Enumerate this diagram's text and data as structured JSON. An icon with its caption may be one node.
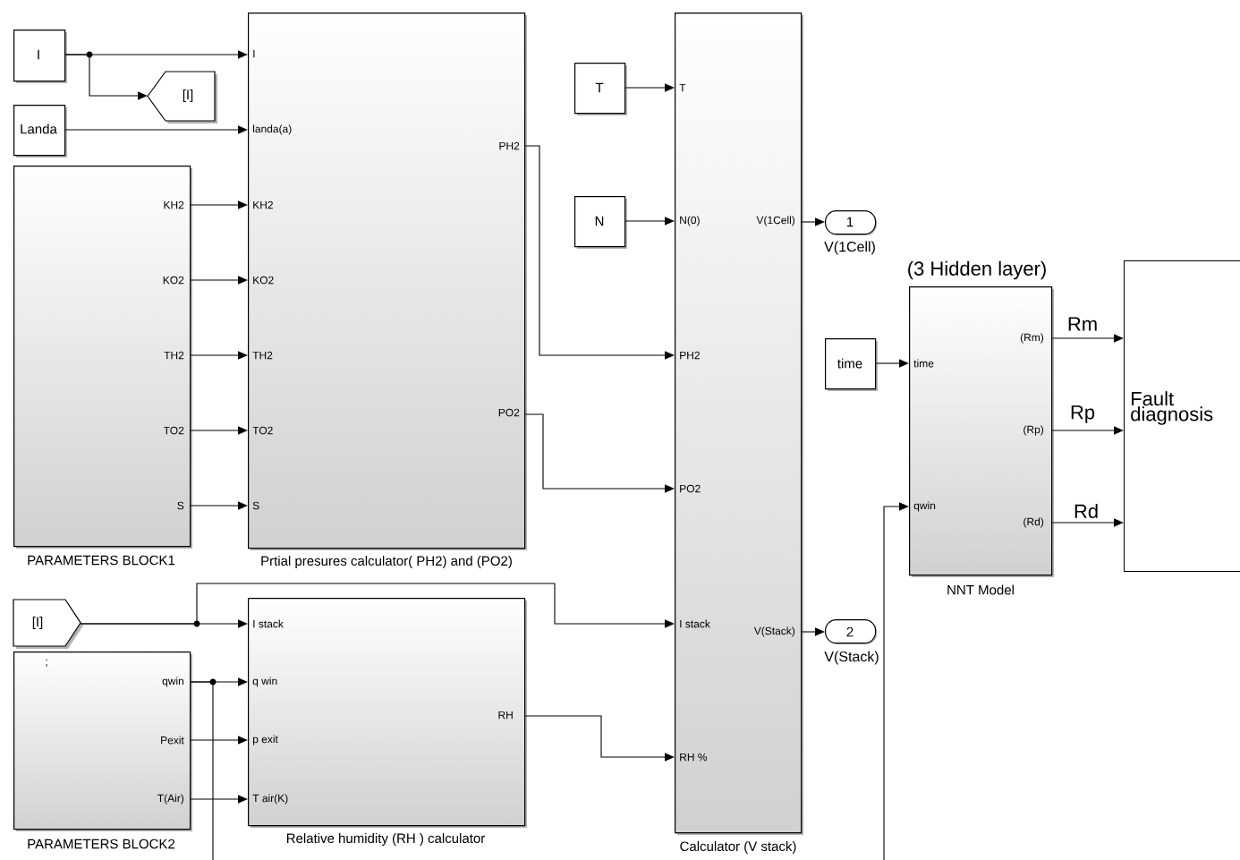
{
  "diagram": {
    "nodes": [
      {
        "text": [
          "I"
        ]
      },
      {
        "text": [
          "[I]"
        ]
      },
      {
        "text": [
          "Landa"
        ]
      },
      {
        "text": [
          "KH2",
          "KO2",
          "TH2",
          "TO2",
          "S",
          "PARAMETERS BLOCK1"
        ]
      },
      {
        "text": [
          "I",
          "landa(a)",
          "KH2",
          "KO2",
          "TH2",
          "TO2",
          "S",
          "PH2",
          "PO2",
          "Prtial presures calculator( PH2) and (PO2)"
        ]
      },
      {
        "text": [
          "T"
        ]
      },
      {
        "text": [
          "N"
        ]
      },
      {
        "text": [
          "T",
          "N(0)",
          "PH2",
          "PO2",
          "I stack",
          "RH %",
          "V(1Cell)",
          "V(Stack)",
          "Calculator  (V stack)"
        ]
      },
      {
        "text": [
          "1"
        ],
        "beside": [
          "V(1Cell)"
        ]
      },
      {
        "text": [
          "(3 Hidden layer)",
          "time",
          "qwin",
          "(Rm)",
          "(Rp)",
          "(Rd)",
          "NNT Model"
        ]
      },
      {
        "text": [
          "time"
        ]
      },
      {
        "text": [
          "Fault diagnosis"
        ]
      },
      {
        "text": [
          "[I]"
        ]
      },
      {
        "text": [
          "qwin",
          "Pexit",
          "T(Air)",
          "PARAMETERS BLOCK2"
        ]
      },
      {
        "text": [
          "I stack",
          "q win",
          "p exit",
          "T air(K)",
          "RH",
          "Relative humidity (RH ) calculator"
        ]
      },
      {
        "text": [
          "2"
        ],
        "beside": [
          "V(Stack)"
        ]
      }
    ],
    "edges": [
      {
        "from": 0,
        "to": 4,
        "arrow": "to"
      },
      {
        "from": 0,
        "to": 1,
        "arrow": "to"
      },
      {
        "from": 2,
        "to": 4,
        "arrow": "to"
      },
      {
        "from": 3,
        "to": 4,
        "arrow": "to"
      },
      {
        "from": 3,
        "to": 4,
        "arrow": "to"
      },
      {
        "from": 3,
        "to": 4,
        "arrow": "to"
      },
      {
        "from": 3,
        "to": 4,
        "arrow": "to"
      },
      {
        "from": 3,
        "to": 4,
        "arrow": "to"
      },
      {
        "from": 4,
        "to": 7,
        "arrow": "to"
      },
      {
        "from": 4,
        "to": 7,
        "arrow": "to"
      },
      {
        "from": 5,
        "to": 7,
        "arrow": "to"
      },
      {
        "from": 6,
        "to": 7,
        "arrow": "to"
      },
      {
        "from": 7,
        "to": 8,
        "arrow": "to"
      },
      {
        "from": 7,
        "to": 15,
        "arrow": "to"
      },
      {
        "from": 10,
        "to": 9,
        "arrow": "to"
      },
      {
        "from": 9,
        "to": 11,
        "arrow": "to",
        "label": "Rm"
      },
      {
        "from": 9,
        "to": 11,
        "arrow": "to",
        "label": "Rp"
      },
      {
        "from": 9,
        "to": 11,
        "arrow": "to",
        "label": "Rd"
      },
      {
        "from": 12,
        "to": 14,
        "arrow": "to"
      },
      {
        "from": 12,
        "to": 7,
        "arrow": "to"
      },
      {
        "from": 13,
        "to": 14,
        "arrow": "to"
      },
      {
        "from": 13,
        "to": 14,
        "arrow": "to"
      },
      {
        "from": 13,
        "to": 14,
        "arrow": "to"
      },
      {
        "from": 13,
        "to": 9,
        "arrow": "to"
      },
      {
        "from": 14,
        "to": 7,
        "arrow": "to"
      }
    ],
    "labels": [
      ";"
    ]
  }
}
